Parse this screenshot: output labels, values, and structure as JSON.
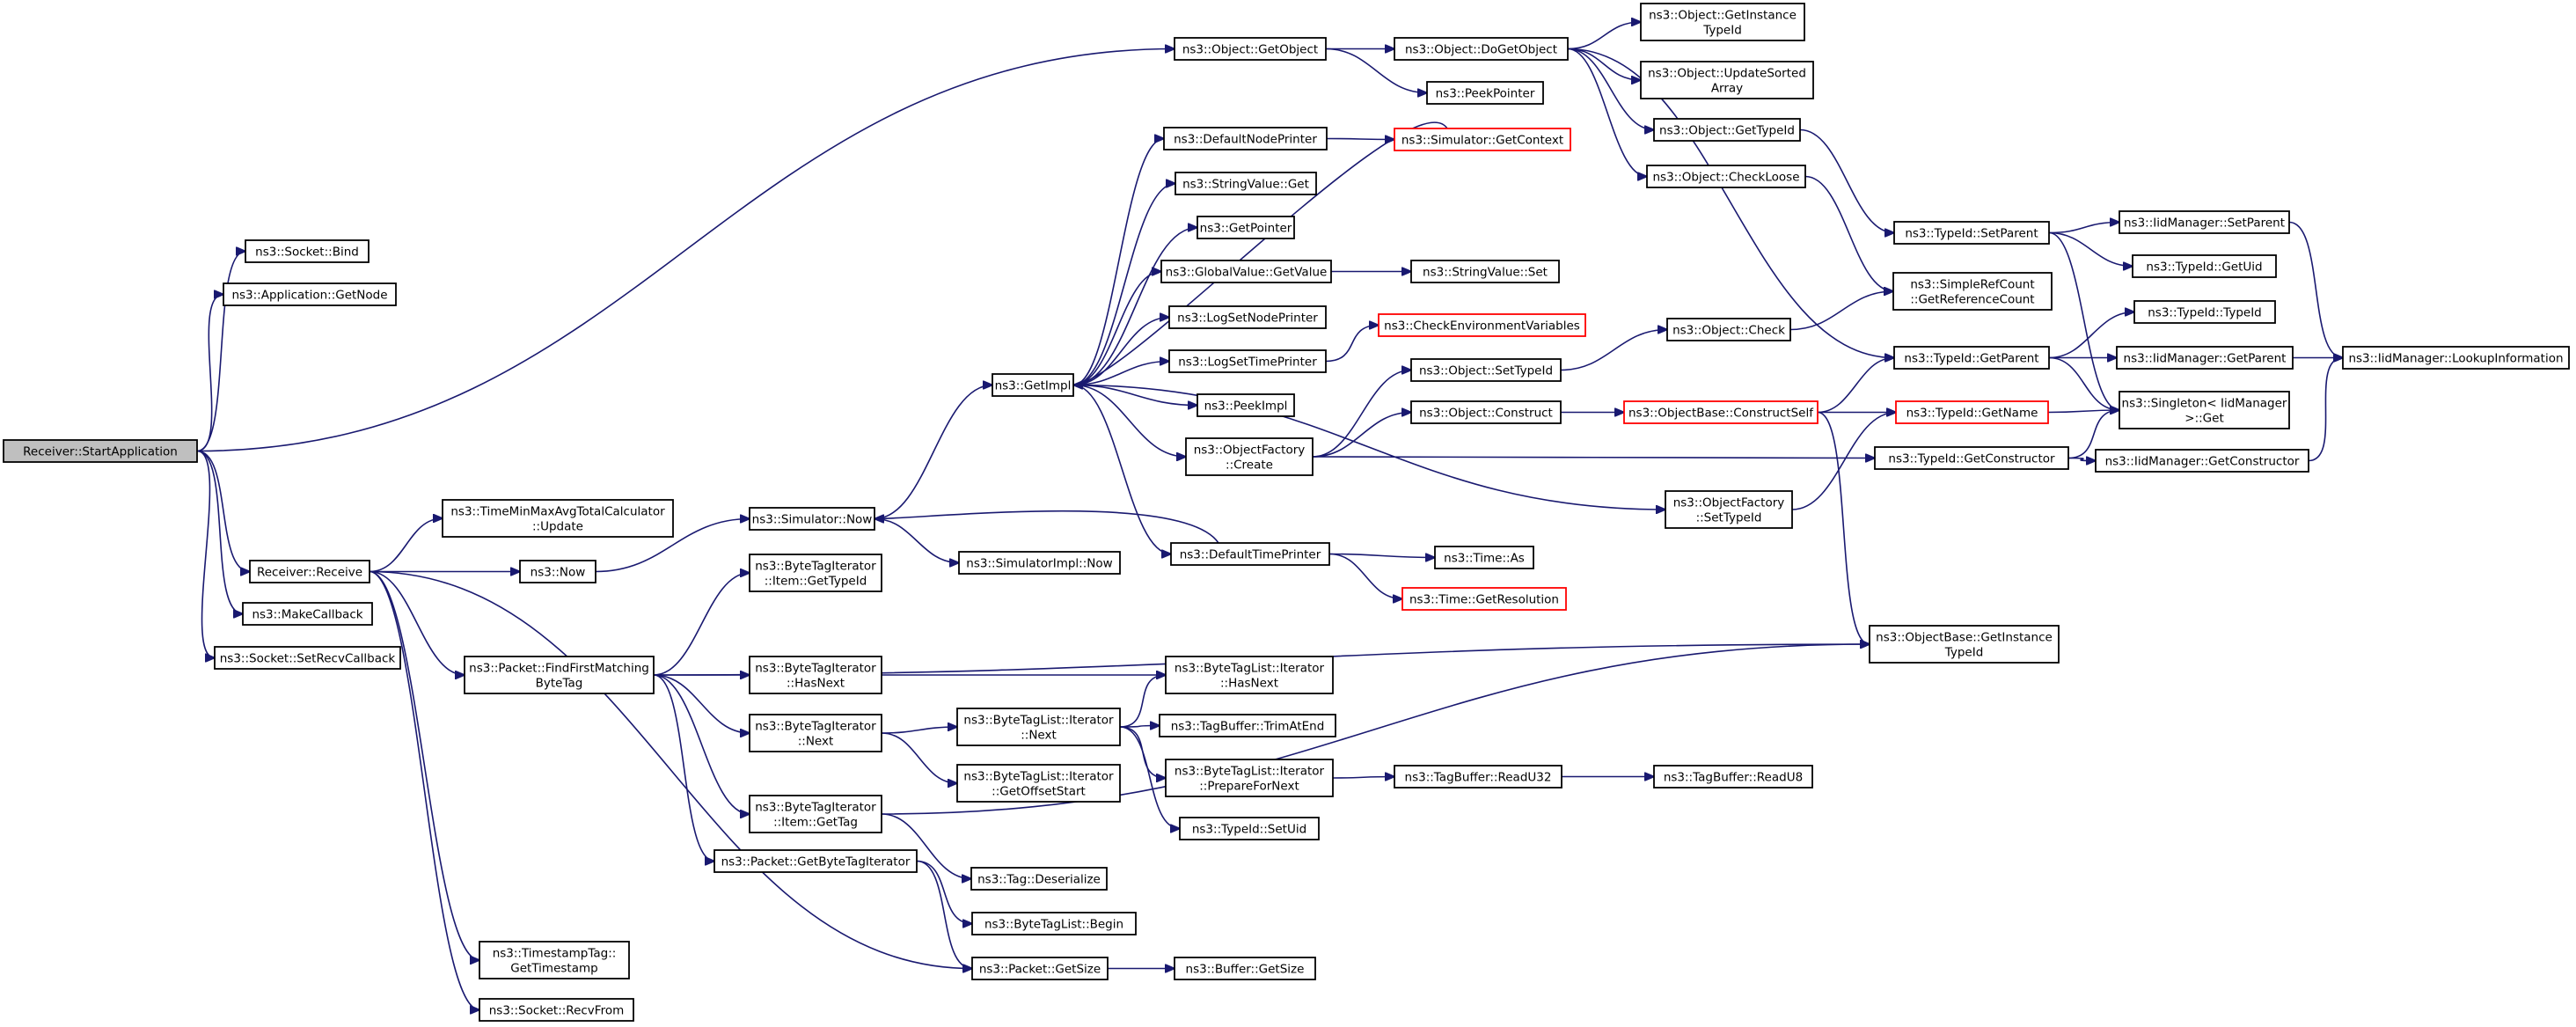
{
  "graph": {
    "nodes": [
      {
        "id": "StartApplication",
        "lines": [
          "Receiver::StartApplication"
        ],
        "style": "root"
      },
      {
        "id": "SocketBind",
        "lines": [
          "ns3::Socket::Bind"
        ]
      },
      {
        "id": "ApplicationGetNode",
        "lines": [
          "ns3::Application::GetNode"
        ]
      },
      {
        "id": "ObjectGetObject",
        "lines": [
          "ns3::Object::GetObject"
        ]
      },
      {
        "id": "ObjectDoGetObject",
        "lines": [
          "ns3::Object::DoGetObject"
        ]
      },
      {
        "id": "GetInstanceTypeId",
        "lines": [
          "ns3::Object::GetInstance",
          "TypeId"
        ]
      },
      {
        "id": "UpdateSortedArray",
        "lines": [
          "ns3::Object::UpdateSorted",
          "Array"
        ]
      },
      {
        "id": "PeekPointer",
        "lines": [
          "ns3::PeekPointer"
        ]
      },
      {
        "id": "ObjectGetTypeId",
        "lines": [
          "ns3::Object::GetTypeId"
        ]
      },
      {
        "id": "ObjectCheckLoose",
        "lines": [
          "ns3::Object::CheckLoose"
        ]
      },
      {
        "id": "TypeIdSetParent",
        "lines": [
          "ns3::TypeId::SetParent"
        ]
      },
      {
        "id": "IidSetParent",
        "lines": [
          "ns3::IidManager::SetParent"
        ]
      },
      {
        "id": "TypeIdGetUid",
        "lines": [
          "ns3::TypeId::GetUid"
        ]
      },
      {
        "id": "SimpleRefCount",
        "lines": [
          "ns3::SimpleRefCount",
          "::GetReferenceCount"
        ]
      },
      {
        "id": "TypeIdTypeId",
        "lines": [
          "ns3::TypeId::TypeId"
        ]
      },
      {
        "id": "TypeIdGetParent",
        "lines": [
          "ns3::TypeId::GetParent"
        ]
      },
      {
        "id": "IidGetParent",
        "lines": [
          "ns3::IidManager::GetParent"
        ]
      },
      {
        "id": "IidLookupInformation",
        "lines": [
          "ns3::IidManager::LookupInformation"
        ]
      },
      {
        "id": "SingletonGet",
        "lines": [
          "ns3::Singleton< IidManager",
          ">::Get"
        ]
      },
      {
        "id": "TypeIdGetName",
        "lines": [
          "ns3::TypeId::GetName"
        ],
        "style": "red"
      },
      {
        "id": "TypeIdGetConstructor",
        "lines": [
          "ns3::TypeId::GetConstructor"
        ]
      },
      {
        "id": "IidGetConstructor",
        "lines": [
          "ns3::IidManager::GetConstructor"
        ]
      },
      {
        "id": "ObjectBaseConstructSelf",
        "lines": [
          "ns3::ObjectBase::ConstructSelf"
        ],
        "style": "red"
      },
      {
        "id": "ObjectCheck",
        "lines": [
          "ns3::Object::Check"
        ]
      },
      {
        "id": "ObjectSetTypeId",
        "lines": [
          "ns3::Object::SetTypeId"
        ]
      },
      {
        "id": "ObjectConstruct",
        "lines": [
          "ns3::Object::Construct"
        ]
      },
      {
        "id": "ObjectFactorySetTypeId",
        "lines": [
          "ns3::ObjectFactory",
          "::SetTypeId"
        ]
      },
      {
        "id": "ObjectBaseGetInstanceTypeId",
        "lines": [
          "ns3::ObjectBase::GetInstance",
          "TypeId"
        ]
      },
      {
        "id": "DefaultNodePrinter",
        "lines": [
          "ns3::DefaultNodePrinter"
        ]
      },
      {
        "id": "SimulatorGetContext",
        "lines": [
          "ns3::Simulator::GetContext"
        ],
        "style": "red"
      },
      {
        "id": "StringValueGet",
        "lines": [
          "ns3::StringValue::Get"
        ]
      },
      {
        "id": "GetPointer",
        "lines": [
          "ns3::GetPointer"
        ]
      },
      {
        "id": "GlobalValueGetValue",
        "lines": [
          "ns3::GlobalValue::GetValue"
        ]
      },
      {
        "id": "StringValueSet",
        "lines": [
          "ns3::StringValue::Set"
        ]
      },
      {
        "id": "LogSetNodePrinter",
        "lines": [
          "ns3::LogSetNodePrinter"
        ]
      },
      {
        "id": "CheckEnvVars",
        "lines": [
          "ns3::CheckEnvironmentVariables"
        ],
        "style": "red"
      },
      {
        "id": "LogSetTimePrinter",
        "lines": [
          "ns3::LogSetTimePrinter"
        ]
      },
      {
        "id": "PeekImpl",
        "lines": [
          "ns3::PeekImpl"
        ]
      },
      {
        "id": "GetImpl",
        "lines": [
          "ns3::GetImpl"
        ]
      },
      {
        "id": "ObjectFactoryCreate",
        "lines": [
          "ns3::ObjectFactory",
          "::Create"
        ]
      },
      {
        "id": "DefaultTimePrinter",
        "lines": [
          "ns3::DefaultTimePrinter"
        ]
      },
      {
        "id": "TimeAs",
        "lines": [
          "ns3::Time::As"
        ]
      },
      {
        "id": "TimeGetResolution",
        "lines": [
          "ns3::Time::GetResolution"
        ],
        "style": "red"
      },
      {
        "id": "SimulatorNow",
        "lines": [
          "ns3::Simulator::Now"
        ]
      },
      {
        "id": "SimulatorImplNow",
        "lines": [
          "ns3::SimulatorImpl::Now"
        ]
      },
      {
        "id": "TimeMinMax",
        "lines": [
          "ns3::TimeMinMaxAvgTotalCalculator",
          "::Update"
        ]
      },
      {
        "id": "Ns3Now",
        "lines": [
          "ns3::Now"
        ]
      },
      {
        "id": "ReceiverReceive",
        "lines": [
          "Receiver::Receive"
        ]
      },
      {
        "id": "MakeCallback",
        "lines": [
          "ns3::MakeCallback"
        ]
      },
      {
        "id": "SocketSetRecvCallback",
        "lines": [
          "ns3::Socket::SetRecvCallback"
        ]
      },
      {
        "id": "FindFirstMatchingByteTag",
        "lines": [
          "ns3::Packet::FindFirstMatching",
          "ByteTag"
        ]
      },
      {
        "id": "BtiItemGetTypeId",
        "lines": [
          "ns3::ByteTagIterator",
          "::Item::GetTypeId"
        ]
      },
      {
        "id": "BtiHasNext",
        "lines": [
          "ns3::ByteTagIterator",
          "::HasNext"
        ]
      },
      {
        "id": "BtlIterHasNext",
        "lines": [
          "ns3::ByteTagList::Iterator",
          "::HasNext"
        ]
      },
      {
        "id": "BtiNext",
        "lines": [
          "ns3::ByteTagIterator",
          "::Next"
        ]
      },
      {
        "id": "BtlIterNext",
        "lines": [
          "ns3::ByteTagList::Iterator",
          "::Next"
        ]
      },
      {
        "id": "TagBufferTrimAtEnd",
        "lines": [
          "ns3::TagBuffer::TrimAtEnd"
        ]
      },
      {
        "id": "BtlIterGetOffsetStart",
        "lines": [
          "ns3::ByteTagList::Iterator",
          "::GetOffsetStart"
        ]
      },
      {
        "id": "BtlIterPrepareForNext",
        "lines": [
          "ns3::ByteTagList::Iterator",
          "::PrepareForNext"
        ]
      },
      {
        "id": "TagBufferReadU32",
        "lines": [
          "ns3::TagBuffer::ReadU32"
        ]
      },
      {
        "id": "TagBufferReadU8",
        "lines": [
          "ns3::TagBuffer::ReadU8"
        ]
      },
      {
        "id": "TypeIdSetUid",
        "lines": [
          "ns3::TypeId::SetUid"
        ]
      },
      {
        "id": "BtiItemGetTag",
        "lines": [
          "ns3::ByteTagIterator",
          "::Item::GetTag"
        ]
      },
      {
        "id": "PacketGetByteTagIterator",
        "lines": [
          "ns3::Packet::GetByteTagIterator"
        ]
      },
      {
        "id": "TagDeserialize",
        "lines": [
          "ns3::Tag::Deserialize"
        ]
      },
      {
        "id": "ByteTagListBegin",
        "lines": [
          "ns3::ByteTagList::Begin"
        ]
      },
      {
        "id": "PacketGetSize",
        "lines": [
          "ns3::Packet::GetSize"
        ]
      },
      {
        "id": "BufferGetSize",
        "lines": [
          "ns3::Buffer::GetSize"
        ]
      },
      {
        "id": "TimestampTagGetTimestamp",
        "lines": [
          "ns3::TimestampTag::",
          "GetTimestamp"
        ]
      },
      {
        "id": "SocketRecvFrom",
        "lines": [
          "ns3::Socket::RecvFrom"
        ]
      }
    ],
    "edges": [
      [
        "StartApplication",
        "SocketBind"
      ],
      [
        "StartApplication",
        "ApplicationGetNode"
      ],
      [
        "StartApplication",
        "ObjectGetObject"
      ],
      [
        "StartApplication",
        "ReceiverReceive"
      ],
      [
        "StartApplication",
        "MakeCallback"
      ],
      [
        "StartApplication",
        "SocketSetRecvCallback"
      ],
      [
        "ObjectGetObject",
        "ObjectDoGetObject"
      ],
      [
        "ObjectGetObject",
        "PeekPointer"
      ],
      [
        "ObjectDoGetObject",
        "GetInstanceTypeId"
      ],
      [
        "ObjectDoGetObject",
        "UpdateSortedArray"
      ],
      [
        "ObjectDoGetObject",
        "ObjectGetTypeId"
      ],
      [
        "ObjectDoGetObject",
        "ObjectCheckLoose"
      ],
      [
        "ObjectDoGetObject",
        "TypeIdGetParent"
      ],
      [
        "ObjectGetTypeId",
        "TypeIdSetParent"
      ],
      [
        "ObjectCheckLoose",
        "SimpleRefCount"
      ],
      [
        "TypeIdSetParent",
        "IidSetParent"
      ],
      [
        "TypeIdSetParent",
        "TypeIdGetUid"
      ],
      [
        "TypeIdSetParent",
        "SingletonGet"
      ],
      [
        "IidSetParent",
        "IidLookupInformation"
      ],
      [
        "TypeIdGetParent",
        "TypeIdTypeId"
      ],
      [
        "TypeIdGetParent",
        "IidGetParent"
      ],
      [
        "TypeIdGetParent",
        "SingletonGet"
      ],
      [
        "IidGetParent",
        "IidLookupInformation"
      ],
      [
        "TypeIdGetName",
        "SingletonGet"
      ],
      [
        "TypeIdGetConstructor",
        "SingletonGet"
      ],
      [
        "TypeIdGetConstructor",
        "IidGetConstructor"
      ],
      [
        "IidGetConstructor",
        "IidLookupInformation"
      ],
      [
        "ObjectBaseConstructSelf",
        "TypeIdGetParent"
      ],
      [
        "ObjectBaseConstructSelf",
        "TypeIdGetName"
      ],
      [
        "ObjectBaseConstructSelf",
        "ObjectBaseGetInstanceTypeId"
      ],
      [
        "ObjectCheck",
        "SimpleRefCount"
      ],
      [
        "ObjectSetTypeId",
        "ObjectCheck"
      ],
      [
        "ObjectConstruct",
        "ObjectBaseConstructSelf"
      ],
      [
        "ObjectFactorySetTypeId",
        "TypeIdGetName"
      ],
      [
        "DefaultNodePrinter",
        "SimulatorGetContext"
      ],
      [
        "SimulatorGetContext",
        "GetImpl"
      ],
      [
        "GlobalValueGetValue",
        "StringValueSet"
      ],
      [
        "LogSetTimePrinter",
        "CheckEnvVars"
      ],
      [
        "GetImpl",
        "DefaultNodePrinter"
      ],
      [
        "GetImpl",
        "StringValueGet"
      ],
      [
        "GetImpl",
        "GetPointer"
      ],
      [
        "GetImpl",
        "GlobalValueGetValue"
      ],
      [
        "GetImpl",
        "LogSetNodePrinter"
      ],
      [
        "GetImpl",
        "LogSetTimePrinter"
      ],
      [
        "GetImpl",
        "PeekImpl"
      ],
      [
        "GetImpl",
        "ObjectFactoryCreate"
      ],
      [
        "GetImpl",
        "DefaultTimePrinter"
      ],
      [
        "GetImpl",
        "ObjectFactorySetTypeId"
      ],
      [
        "ObjectFactoryCreate",
        "ObjectSetTypeId"
      ],
      [
        "ObjectFactoryCreate",
        "ObjectConstruct"
      ],
      [
        "ObjectFactoryCreate",
        "TypeIdGetConstructor"
      ],
      [
        "DefaultTimePrinter",
        "SimulatorNow"
      ],
      [
        "DefaultTimePrinter",
        "TimeAs"
      ],
      [
        "DefaultTimePrinter",
        "TimeGetResolution"
      ],
      [
        "SimulatorNow",
        "GetImpl"
      ],
      [
        "SimulatorNow",
        "SimulatorImplNow"
      ],
      [
        "Ns3Now",
        "SimulatorNow"
      ],
      [
        "ReceiverReceive",
        "TimeMinMax"
      ],
      [
        "ReceiverReceive",
        "Ns3Now"
      ],
      [
        "ReceiverReceive",
        "FindFirstMatchingByteTag"
      ],
      [
        "ReceiverReceive",
        "PacketGetSize"
      ],
      [
        "ReceiverReceive",
        "TimestampTagGetTimestamp"
      ],
      [
        "ReceiverReceive",
        "SocketRecvFrom"
      ],
      [
        "FindFirstMatchingByteTag",
        "BtiItemGetTypeId"
      ],
      [
        "FindFirstMatchingByteTag",
        "BtiHasNext"
      ],
      [
        "FindFirstMatchingByteTag",
        "BtiNext"
      ],
      [
        "FindFirstMatchingByteTag",
        "BtiItemGetTag"
      ],
      [
        "FindFirstMatchingByteTag",
        "PacketGetByteTagIterator"
      ],
      [
        "FindFirstMatchingByteTag",
        "ObjectBaseGetInstanceTypeId"
      ],
      [
        "BtiHasNext",
        "BtlIterHasNext"
      ],
      [
        "BtiNext",
        "BtlIterNext"
      ],
      [
        "BtiNext",
        "BtlIterGetOffsetStart"
      ],
      [
        "BtlIterNext",
        "BtlIterHasNext"
      ],
      [
        "BtlIterNext",
        "TagBufferTrimAtEnd"
      ],
      [
        "BtlIterNext",
        "BtlIterPrepareForNext"
      ],
      [
        "BtlIterNext",
        "TypeIdSetUid"
      ],
      [
        "BtlIterPrepareForNext",
        "TagBufferReadU32"
      ],
      [
        "TagBufferReadU32",
        "TagBufferReadU8"
      ],
      [
        "BtiItemGetTag",
        "TagDeserialize"
      ],
      [
        "BtiItemGetTag",
        "ObjectBaseGetInstanceTypeId"
      ],
      [
        "PacketGetByteTagIterator",
        "ByteTagListBegin"
      ],
      [
        "PacketGetByteTagIterator",
        "PacketGetSize"
      ],
      [
        "PacketGetSize",
        "BufferGetSize"
      ]
    ]
  }
}
